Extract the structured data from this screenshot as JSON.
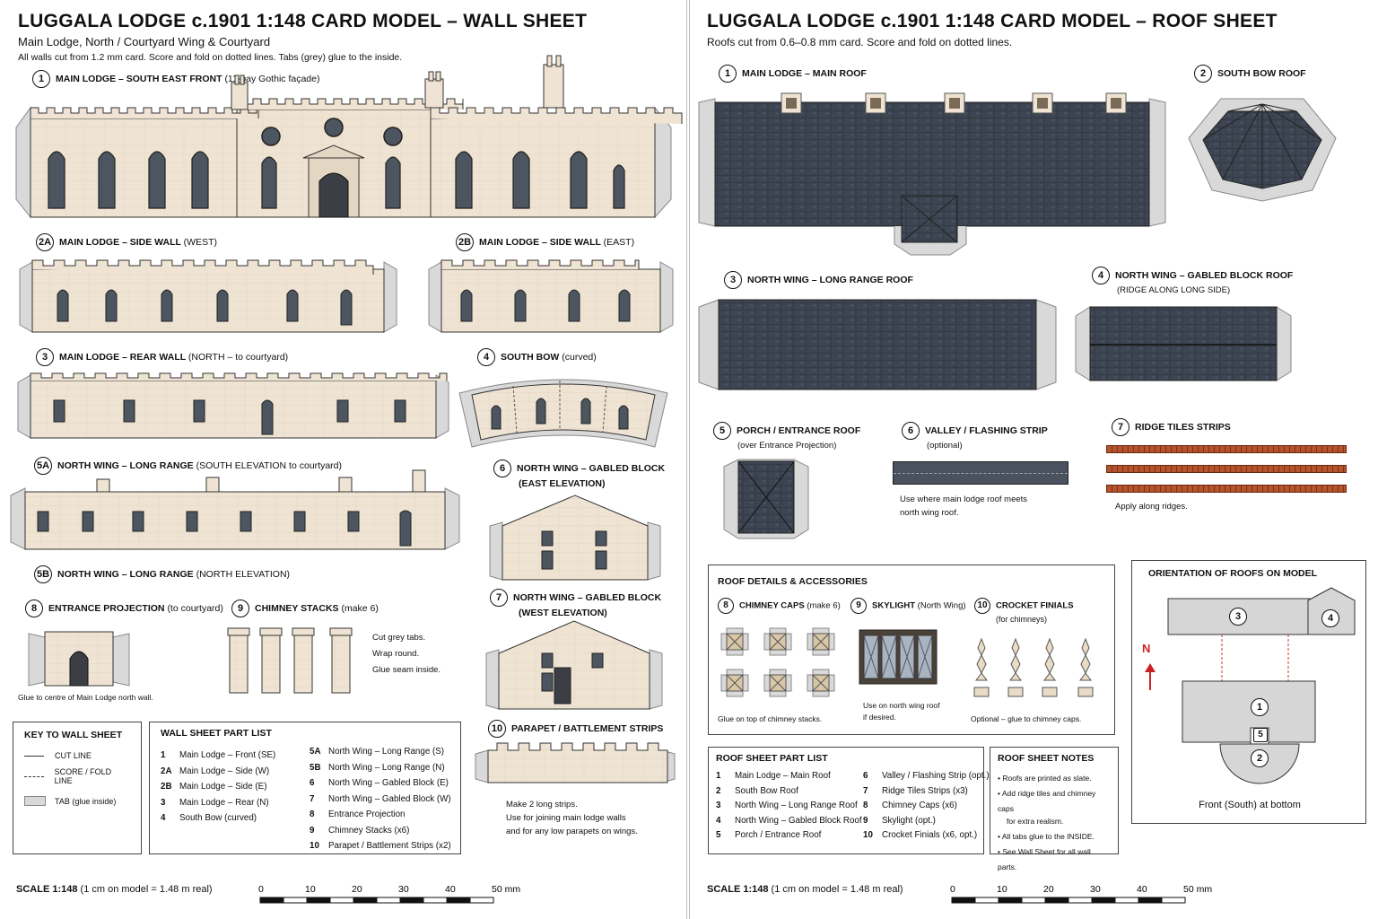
{
  "wall_sheet": {
    "title": "LUGGALA LODGE c.1901  1:148  CARD MODEL – WALL SHEET",
    "subtitle": "Main Lodge, North / Courtyard Wing & Courtyard",
    "instructions": "All walls cut from 1.2 mm card. Score and fold on dotted lines. Tabs (grey) glue to the inside.",
    "parts": {
      "p1": {
        "num": "1",
        "label": "MAIN LODGE – SOUTH EAST FRONT",
        "note": "(11-bay Gothic façade)"
      },
      "p2a": {
        "num": "2A",
        "label": "MAIN LODGE – SIDE WALL",
        "note": "(WEST)"
      },
      "p2b": {
        "num": "2B",
        "label": "MAIN LODGE – SIDE WALL",
        "note": "(EAST)"
      },
      "p3": {
        "num": "3",
        "label": "MAIN LODGE – REAR WALL",
        "note": "(NORTH – to courtyard)"
      },
      "p4": {
        "num": "4",
        "label": "SOUTH BOW",
        "note": "(curved)"
      },
      "p5a": {
        "num": "5A",
        "label": "NORTH WING – LONG RANGE",
        "note": "(SOUTH ELEVATION to courtyard)"
      },
      "p5b": {
        "num": "5B",
        "label": "NORTH WING – LONG RANGE",
        "note": "(NORTH ELEVATION)"
      },
      "p6": {
        "num": "6",
        "label1": "NORTH WING – GABLED BLOCK",
        "label2": "(EAST ELEVATION)"
      },
      "p7": {
        "num": "7",
        "label1": "NORTH WING – GABLED BLOCK",
        "label2": "(WEST ELEVATION)"
      },
      "p8": {
        "num": "8",
        "label": "ENTRANCE PROJECTION",
        "note": "(to courtyard)",
        "caption": "Glue to centre of Main Lodge north wall."
      },
      "p9": {
        "num": "9",
        "label": "CHIMNEY STACKS",
        "note": "(make 6)",
        "notes": [
          "Cut grey tabs.",
          "Wrap round.",
          "Glue seam inside."
        ]
      },
      "p10": {
        "num": "10",
        "label": "PARAPET / BATTLEMENT STRIPS",
        "notes": [
          "Make 2 long strips.",
          "Use for joining main lodge walls",
          "and for any low parapets on wings."
        ]
      }
    },
    "key": {
      "title": "KEY TO WALL SHEET",
      "cut": "CUT LINE",
      "score": "SCORE / FOLD LINE",
      "tab": "TAB",
      "tab_note": "(glue inside)"
    },
    "part_list": {
      "title": "WALL SHEET PART LIST",
      "col1": [
        {
          "n": "1",
          "t": "Main Lodge – Front (SE)"
        },
        {
          "n": "2A",
          "t": "Main Lodge – Side (W)"
        },
        {
          "n": "2B",
          "t": "Main Lodge – Side (E)"
        },
        {
          "n": "3",
          "t": "Main Lodge – Rear (N)"
        },
        {
          "n": "4",
          "t": "South Bow (curved)"
        }
      ],
      "col2": [
        {
          "n": "5A",
          "t": "North Wing – Long Range (S)"
        },
        {
          "n": "5B",
          "t": "North Wing – Long Range (N)"
        },
        {
          "n": "6",
          "t": "North Wing – Gabled Block (E)"
        },
        {
          "n": "7",
          "t": "North Wing – Gabled Block (W)"
        },
        {
          "n": "8",
          "t": "Entrance Projection"
        },
        {
          "n": "9",
          "t": "Chimney Stacks (x6)"
        },
        {
          "n": "10",
          "t": "Parapet / Battlement Strips (x2)"
        }
      ]
    },
    "scale": {
      "label": "SCALE 1:148",
      "note": "(1 cm on model = 1.48 m real)",
      "ticks": [
        "0",
        "10",
        "20",
        "30",
        "40",
        "50 mm"
      ]
    }
  },
  "roof_sheet": {
    "title": "LUGGALA LODGE c.1901  1:148  CARD MODEL – ROOF SHEET",
    "subtitle": "Roofs cut from 0.6–0.8 mm card. Score and fold on dotted lines.",
    "parts": {
      "r1": {
        "num": "1",
        "label": "MAIN LODGE – MAIN ROOF"
      },
      "r2": {
        "num": "2",
        "label": "SOUTH BOW ROOF"
      },
      "r3": {
        "num": "3",
        "label": "NORTH WING – LONG RANGE ROOF"
      },
      "r4": {
        "num": "4",
        "label": "NORTH WING – GABLED BLOCK ROOF",
        "note": "(RIDGE ALONG LONG SIDE)"
      },
      "r5": {
        "num": "5",
        "label": "PORCH / ENTRANCE ROOF",
        "note": "(over Entrance Projection)"
      },
      "r6": {
        "num": "6",
        "label": "VALLEY / FLASHING STRIP",
        "note": "(optional)",
        "notes": [
          "Use where main lodge roof meets",
          "north wing roof."
        ]
      },
      "r7": {
        "num": "7",
        "label": "RIDGE TILES STRIPS",
        "caption": "Apply along ridges."
      }
    },
    "details": {
      "title": "ROOF DETAILS & ACCESSORIES",
      "d8": {
        "num": "8",
        "label": "CHIMNEY CAPS",
        "note": "(make 6)",
        "caption": "Glue on top of chimney stacks."
      },
      "d9": {
        "num": "9",
        "label": "SKYLIGHT",
        "note": "(North Wing)",
        "caption1": "Use on north wing roof",
        "caption2": "if desired."
      },
      "d10": {
        "num": "10",
        "label": "CROCKET FINIALS",
        "note": "(for chimneys)",
        "caption": "Optional – glue to chimney caps."
      }
    },
    "orientation": {
      "title": "ORIENTATION OF ROOFS ON MODEL",
      "north": "N",
      "markers": [
        "3",
        "4",
        "1",
        "5",
        "2"
      ],
      "caption": "Front (South) at bottom"
    },
    "part_list": {
      "title": "ROOF SHEET PART LIST",
      "col1": [
        {
          "n": "1",
          "t": "Main Lodge – Main Roof"
        },
        {
          "n": "2",
          "t": "South Bow Roof"
        },
        {
          "n": "3",
          "t": "North Wing – Long Range Roof"
        },
        {
          "n": "4",
          "t": "North Wing – Gabled Block Roof"
        },
        {
          "n": "5",
          "t": "Porch / Entrance Roof"
        }
      ],
      "col2": [
        {
          "n": "6",
          "t": "Valley / Flashing Strip (opt.)"
        },
        {
          "n": "7",
          "t": "Ridge Tiles Strips (x3)"
        },
        {
          "n": "8",
          "t": "Chimney Caps (x6)"
        },
        {
          "n": "9",
          "t": "Skylight (opt.)"
        },
        {
          "n": "10",
          "t": "Crocket Finials (x6, opt.)"
        }
      ]
    },
    "notes": {
      "title": "ROOF SHEET NOTES",
      "items": [
        "Roofs are printed as slate.",
        "Add ridge tiles and chimney caps",
        "for extra realism.",
        "All tabs glue to the INSIDE.",
        "See Wall Sheet for all wall parts."
      ]
    },
    "scale": {
      "label": "SCALE 1:148",
      "note": "(1 cm on model = 1.48 m real)",
      "ticks": [
        "0",
        "10",
        "20",
        "30",
        "40",
        "50 mm"
      ]
    }
  },
  "colors": {
    "stone": "#efe4d3",
    "slate": "#3b4350",
    "tab": "#d9d9d9",
    "ridge": "#b5532c",
    "line": "#222222"
  }
}
